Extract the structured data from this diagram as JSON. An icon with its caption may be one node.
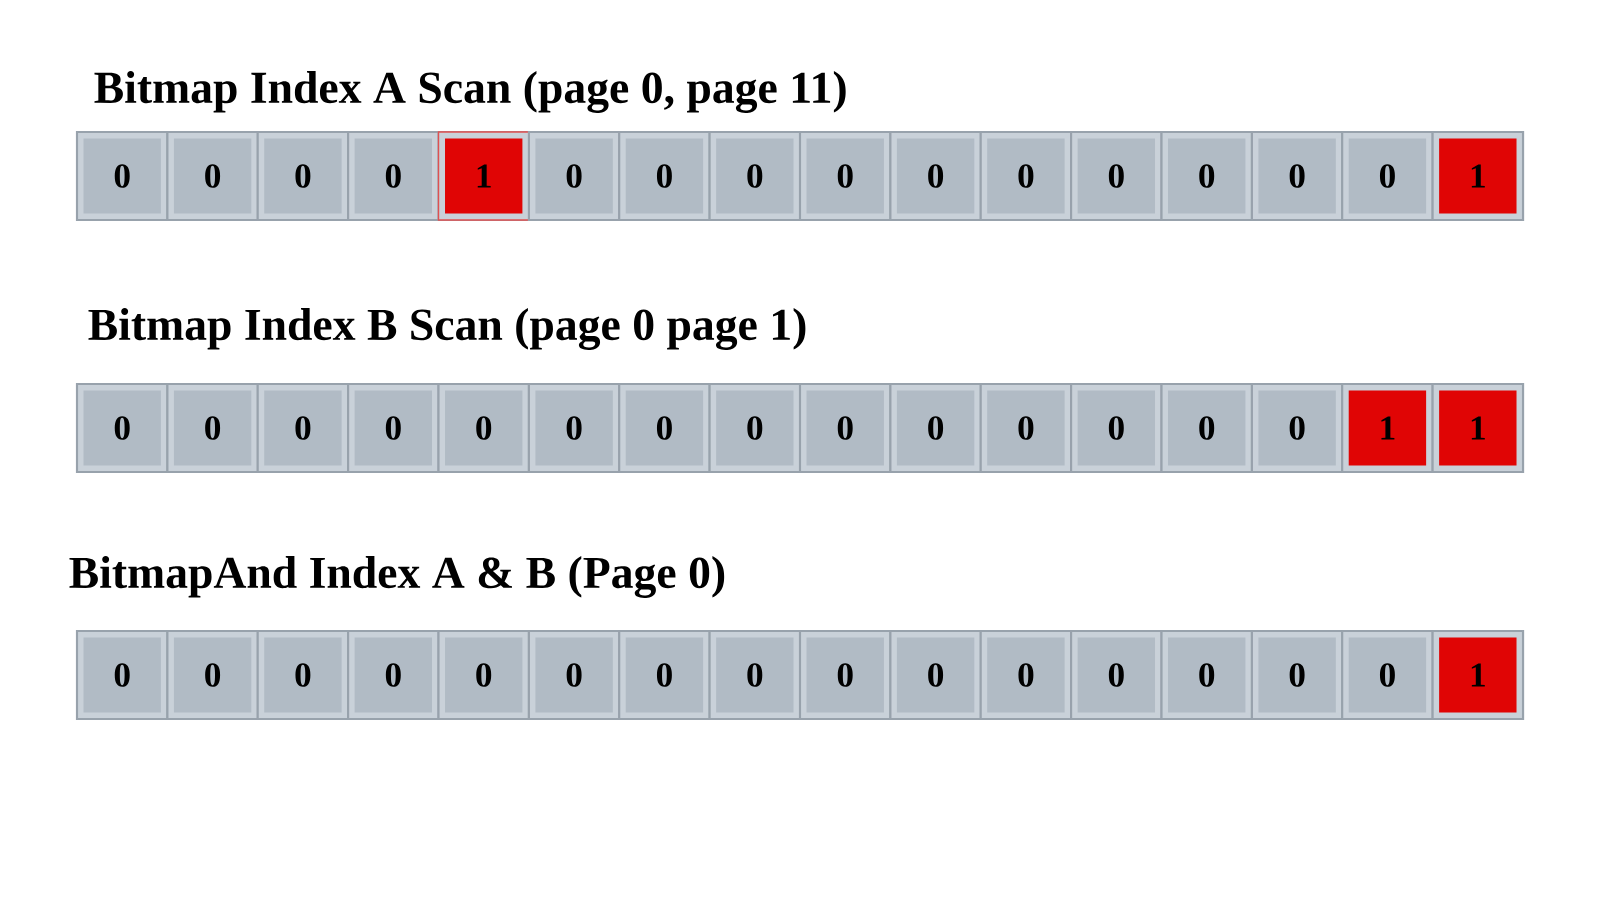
{
  "diagram": {
    "nodes": [
      {
        "text": [
          "Bitmap Index A Scan (page 0, page 11)"
        ]
      },
      {
        "text": [
          "0"
        ],
        "in": 0
      },
      {
        "text": [
          "0"
        ],
        "in": 0
      },
      {
        "text": [
          "0"
        ],
        "in": 0
      },
      {
        "text": [
          "0"
        ],
        "in": 0
      },
      {
        "text": [
          "1"
        ],
        "in": 0
      },
      {
        "text": [
          "0"
        ],
        "in": 0
      },
      {
        "text": [
          "0"
        ],
        "in": 0
      },
      {
        "text": [
          "0"
        ],
        "in": 0
      },
      {
        "text": [
          "0"
        ],
        "in": 0
      },
      {
        "text": [
          "0"
        ],
        "in": 0
      },
      {
        "text": [
          "0"
        ],
        "in": 0
      },
      {
        "text": [
          "0"
        ],
        "in": 0
      },
      {
        "text": [
          "0"
        ],
        "in": 0
      },
      {
        "text": [
          "0"
        ],
        "in": 0
      },
      {
        "text": [
          "0"
        ],
        "in": 0
      },
      {
        "text": [
          "1"
        ],
        "in": 0
      },
      {
        "text": [
          "Bitmap Index B Scan (page 0 page 1)"
        ]
      },
      {
        "text": [
          "0"
        ],
        "in": 17
      },
      {
        "text": [
          "0"
        ],
        "in": 17
      },
      {
        "text": [
          "0"
        ],
        "in": 17
      },
      {
        "text": [
          "0"
        ],
        "in": 17
      },
      {
        "text": [
          "0"
        ],
        "in": 17
      },
      {
        "text": [
          "0"
        ],
        "in": 17
      },
      {
        "text": [
          "0"
        ],
        "in": 17
      },
      {
        "text": [
          "0"
        ],
        "in": 17
      },
      {
        "text": [
          "0"
        ],
        "in": 17
      },
      {
        "text": [
          "0"
        ],
        "in": 17
      },
      {
        "text": [
          "0"
        ],
        "in": 17
      },
      {
        "text": [
          "0"
        ],
        "in": 17
      },
      {
        "text": [
          "0"
        ],
        "in": 17
      },
      {
        "text": [
          "0"
        ],
        "in": 17
      },
      {
        "text": [
          "1"
        ],
        "in": 17
      },
      {
        "text": [
          "1"
        ],
        "in": 17
      },
      {
        "text": [
          "BitmapAnd Index A & B (Page 0)"
        ]
      },
      {
        "text": [
          "0"
        ],
        "in": 34
      },
      {
        "text": [
          "0"
        ],
        "in": 34
      },
      {
        "text": [
          "0"
        ],
        "in": 34
      },
      {
        "text": [
          "0"
        ],
        "in": 34
      },
      {
        "text": [
          "0"
        ],
        "in": 34
      },
      {
        "text": [
          "0"
        ],
        "in": 34
      },
      {
        "text": [
          "0"
        ],
        "in": 34
      },
      {
        "text": [
          "0"
        ],
        "in": 34
      },
      {
        "text": [
          "0"
        ],
        "in": 34
      },
      {
        "text": [
          "0"
        ],
        "in": 34
      },
      {
        "text": [
          "0"
        ],
        "in": 34
      },
      {
        "text": [
          "0"
        ],
        "in": 34
      },
      {
        "text": [
          "0"
        ],
        "in": 34
      },
      {
        "text": [
          "0"
        ],
        "in": 34
      },
      {
        "text": [
          "0"
        ],
        "in": 34
      },
      {
        "text": [
          "1"
        ],
        "in": 34
      }
    ]
  }
}
